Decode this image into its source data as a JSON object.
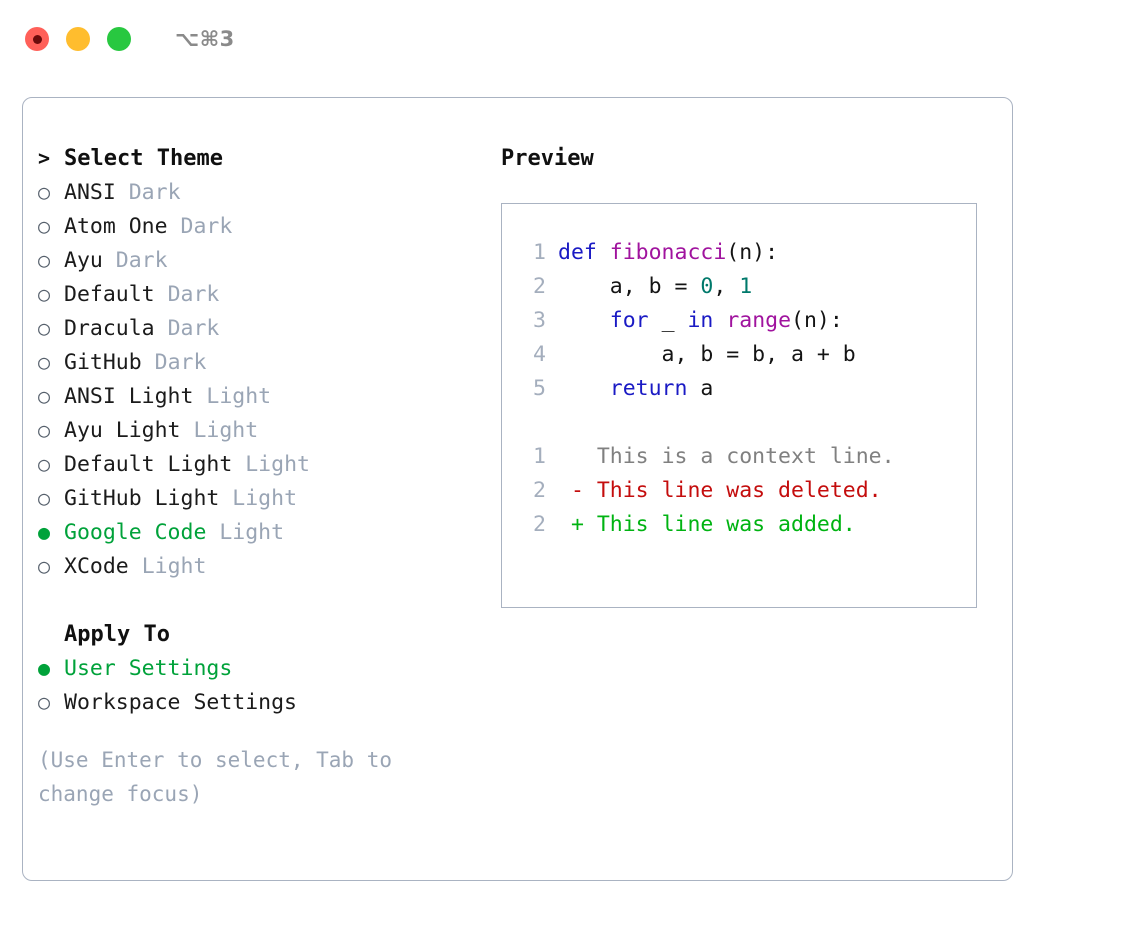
{
  "titlebar": {
    "shortcut": "⌥⌘3",
    "buttons": [
      {
        "name": "close",
        "color": "#ff6059"
      },
      {
        "name": "minimize",
        "color": "#ffbd2e"
      },
      {
        "name": "maximize",
        "color": "#28c840"
      }
    ]
  },
  "theme_list": {
    "caret": ">",
    "title": "Select Theme",
    "selected_marker": "●",
    "unselected_marker": "○",
    "items": [
      {
        "name": "ANSI",
        "category": "Dark",
        "selected": false
      },
      {
        "name": "Atom One",
        "category": "Dark",
        "selected": false
      },
      {
        "name": "Ayu",
        "category": "Dark",
        "selected": false
      },
      {
        "name": "Default",
        "category": "Dark",
        "selected": false
      },
      {
        "name": "Dracula",
        "category": "Dark",
        "selected": false
      },
      {
        "name": "GitHub",
        "category": "Dark",
        "selected": false
      },
      {
        "name": "ANSI Light",
        "category": "Light",
        "selected": false
      },
      {
        "name": "Ayu Light",
        "category": "Light",
        "selected": false
      },
      {
        "name": "Default Light",
        "category": "Light",
        "selected": false
      },
      {
        "name": "GitHub Light",
        "category": "Light",
        "selected": false
      },
      {
        "name": "Google Code",
        "category": "Light",
        "selected": true
      },
      {
        "name": "XCode",
        "category": "Light",
        "selected": false
      }
    ]
  },
  "apply_to": {
    "title": "Apply To",
    "items": [
      {
        "name": "User Settings",
        "selected": true
      },
      {
        "name": "Workspace Settings",
        "selected": false
      }
    ]
  },
  "hint": {
    "line1": "(Use Enter to select, Tab to",
    "line2": "change focus)"
  },
  "preview": {
    "title": "Preview",
    "code_lines": [
      {
        "lno": "1",
        "tokens": [
          {
            "t": "def ",
            "c": "kw"
          },
          {
            "t": "fibonacci",
            "c": "fn"
          },
          {
            "t": "(n):",
            "c": "plain"
          }
        ]
      },
      {
        "lno": "2",
        "tokens": [
          {
            "t": "    a, b = ",
            "c": "plain"
          },
          {
            "t": "0",
            "c": "num"
          },
          {
            "t": ", ",
            "c": "plain"
          },
          {
            "t": "1",
            "c": "num"
          }
        ]
      },
      {
        "lno": "3",
        "tokens": [
          {
            "t": "    ",
            "c": "plain"
          },
          {
            "t": "for",
            "c": "kw"
          },
          {
            "t": " _ ",
            "c": "plain"
          },
          {
            "t": "in",
            "c": "kw"
          },
          {
            "t": " ",
            "c": "plain"
          },
          {
            "t": "range",
            "c": "fn"
          },
          {
            "t": "(n):",
            "c": "plain"
          }
        ]
      },
      {
        "lno": "4",
        "tokens": [
          {
            "t": "        a, b = b, a + b",
            "c": "plain"
          }
        ]
      },
      {
        "lno": "5",
        "tokens": [
          {
            "t": "    ",
            "c": "plain"
          },
          {
            "t": "return",
            "c": "kw"
          },
          {
            "t": " a",
            "c": "plain"
          }
        ]
      }
    ],
    "diff_lines": [
      {
        "lno": "1",
        "marker": " ",
        "text": "This is a context line.",
        "kind": "ctx"
      },
      {
        "lno": "2",
        "marker": "-",
        "text": "This line was deleted.",
        "kind": "del"
      },
      {
        "lno": "2",
        "marker": "+",
        "text": "This line was added.",
        "kind": "add"
      }
    ]
  },
  "colors": {
    "selected_green": "#00a23a",
    "muted": "#9aa5b5",
    "border": "#aab3c2",
    "keyword": "#1a1ac4",
    "function": "#a0139e",
    "number": "#00796b",
    "diff_delete": "#c40d0d",
    "diff_add": "#00b312"
  }
}
